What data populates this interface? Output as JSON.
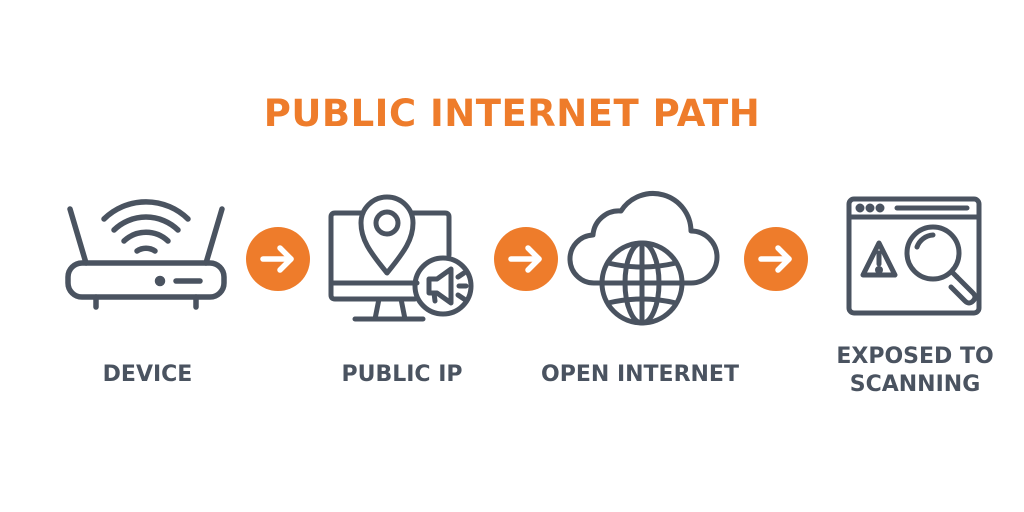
{
  "title": "PUBLIC INTERNET PATH",
  "accent_color": "#ee7c2b",
  "icon_color": "#4a5360",
  "steps": [
    {
      "icon": "router-icon",
      "label_lines": [
        "DEVICE"
      ]
    },
    {
      "icon": "monitor-location-icon",
      "label_lines": [
        "PUBLIC IP"
      ]
    },
    {
      "icon": "cloud-globe-icon",
      "label_lines": [
        "OPEN INTERNET"
      ]
    },
    {
      "icon": "browser-warning-search-icon",
      "label_lines": [
        "EXPOSED TO",
        "SCANNING"
      ]
    }
  ],
  "connectors": [
    "arrow-right-icon",
    "arrow-right-icon",
    "arrow-right-icon"
  ]
}
